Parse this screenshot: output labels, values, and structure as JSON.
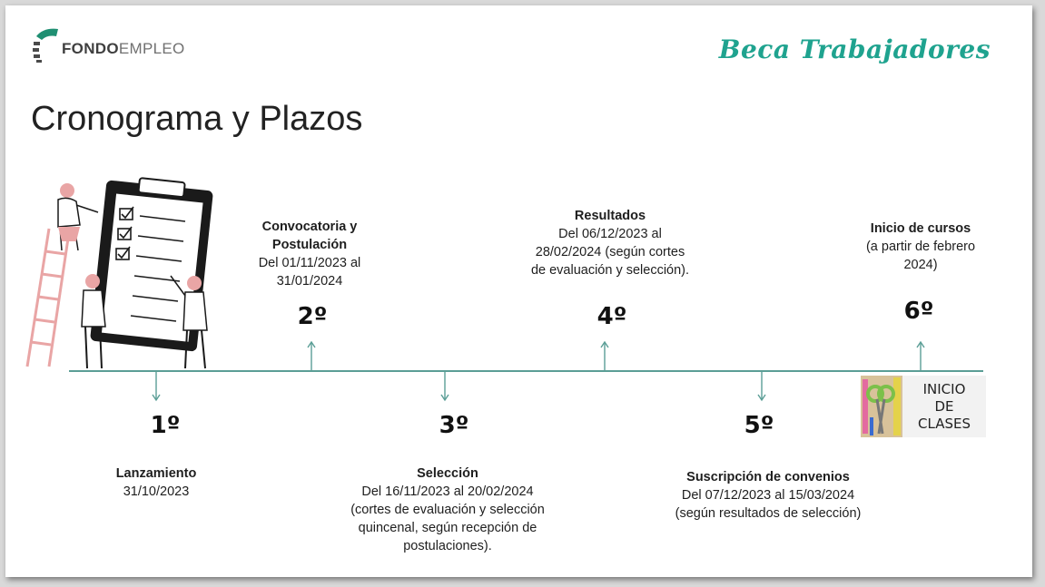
{
  "logo": {
    "bold": "FONDO",
    "light": "EMPLEO"
  },
  "brand": "Beca Trabajadores",
  "title": "Cronograma y Plazos",
  "colors": {
    "accent": "#1fa38f",
    "line": "#5b9e96",
    "pink": "#e9a5a5",
    "logo_green": "#1f8f72"
  },
  "clases_image": {
    "lines": [
      "INICIO",
      "DE",
      "CLASES"
    ]
  },
  "steps": [
    {
      "num": "1º",
      "heading": "Lanzamiento",
      "lines": [
        "31/10/2023"
      ]
    },
    {
      "num": "2º",
      "heading_lines": [
        "Convocatoria y",
        "Postulación"
      ],
      "lines": [
        "Del 01/11/2023 al",
        "31/01/2024"
      ]
    },
    {
      "num": "3º",
      "heading": "Selección",
      "lines": [
        "Del 16/11/2023 al 20/02/2024",
        "(cortes de evaluación y selección",
        "quincenal, según recepción de",
        "postulaciones)."
      ]
    },
    {
      "num": "4º",
      "heading": "Resultados",
      "lines": [
        "Del 06/12/2023 al",
        "28/02/2024 (según cortes",
        "de evaluación y selección)."
      ]
    },
    {
      "num": "5º",
      "heading": "Suscripción de convenios",
      "lines": [
        "Del 07/12/2023 al 15/03/2024",
        "(según resultados de selección)"
      ]
    },
    {
      "num": "6º",
      "heading": "Inicio de cursos",
      "lines": [
        "(a partir de febrero",
        "2024)"
      ]
    }
  ]
}
